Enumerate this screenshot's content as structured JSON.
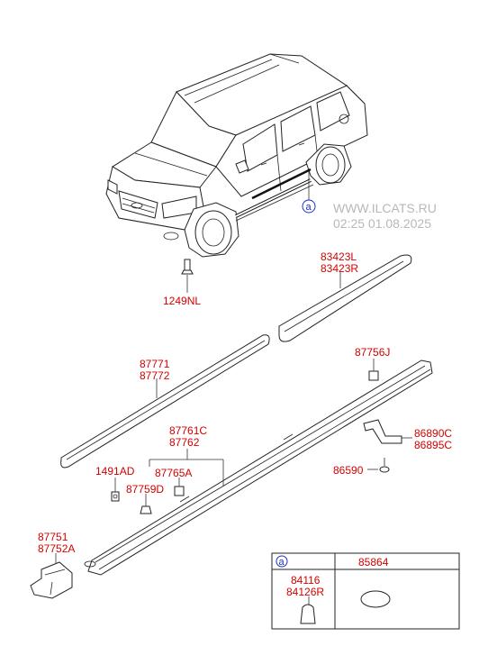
{
  "watermark": {
    "site": "WWW.ILCATS.RU",
    "datetime": "02:25 01.08.2025"
  },
  "callout_marker": "a",
  "parts": {
    "p1249NL": "1249NL",
    "p83423L": "83423L",
    "p83423R": "83423R",
    "p87771": "87771",
    "p87772": "87772",
    "p87756J": "87756J",
    "p87761C": "87761C",
    "p87762": "87762",
    "p1491AD": "1491AD",
    "p87765A": "87765A",
    "p87759D": "87759D",
    "p86890C": "86890C",
    "p86895C": "86895C",
    "p86590": "86590",
    "p87751": "87751",
    "p87752A": "87752A"
  },
  "legend": {
    "marker": "a",
    "cell_a_part1": "84116",
    "cell_a_part2": "84126R",
    "cell_b_part": "85864"
  },
  "colors": {
    "label": "#d40000",
    "marker": "#1a2fd0",
    "watermark": "#b8b8b8"
  }
}
